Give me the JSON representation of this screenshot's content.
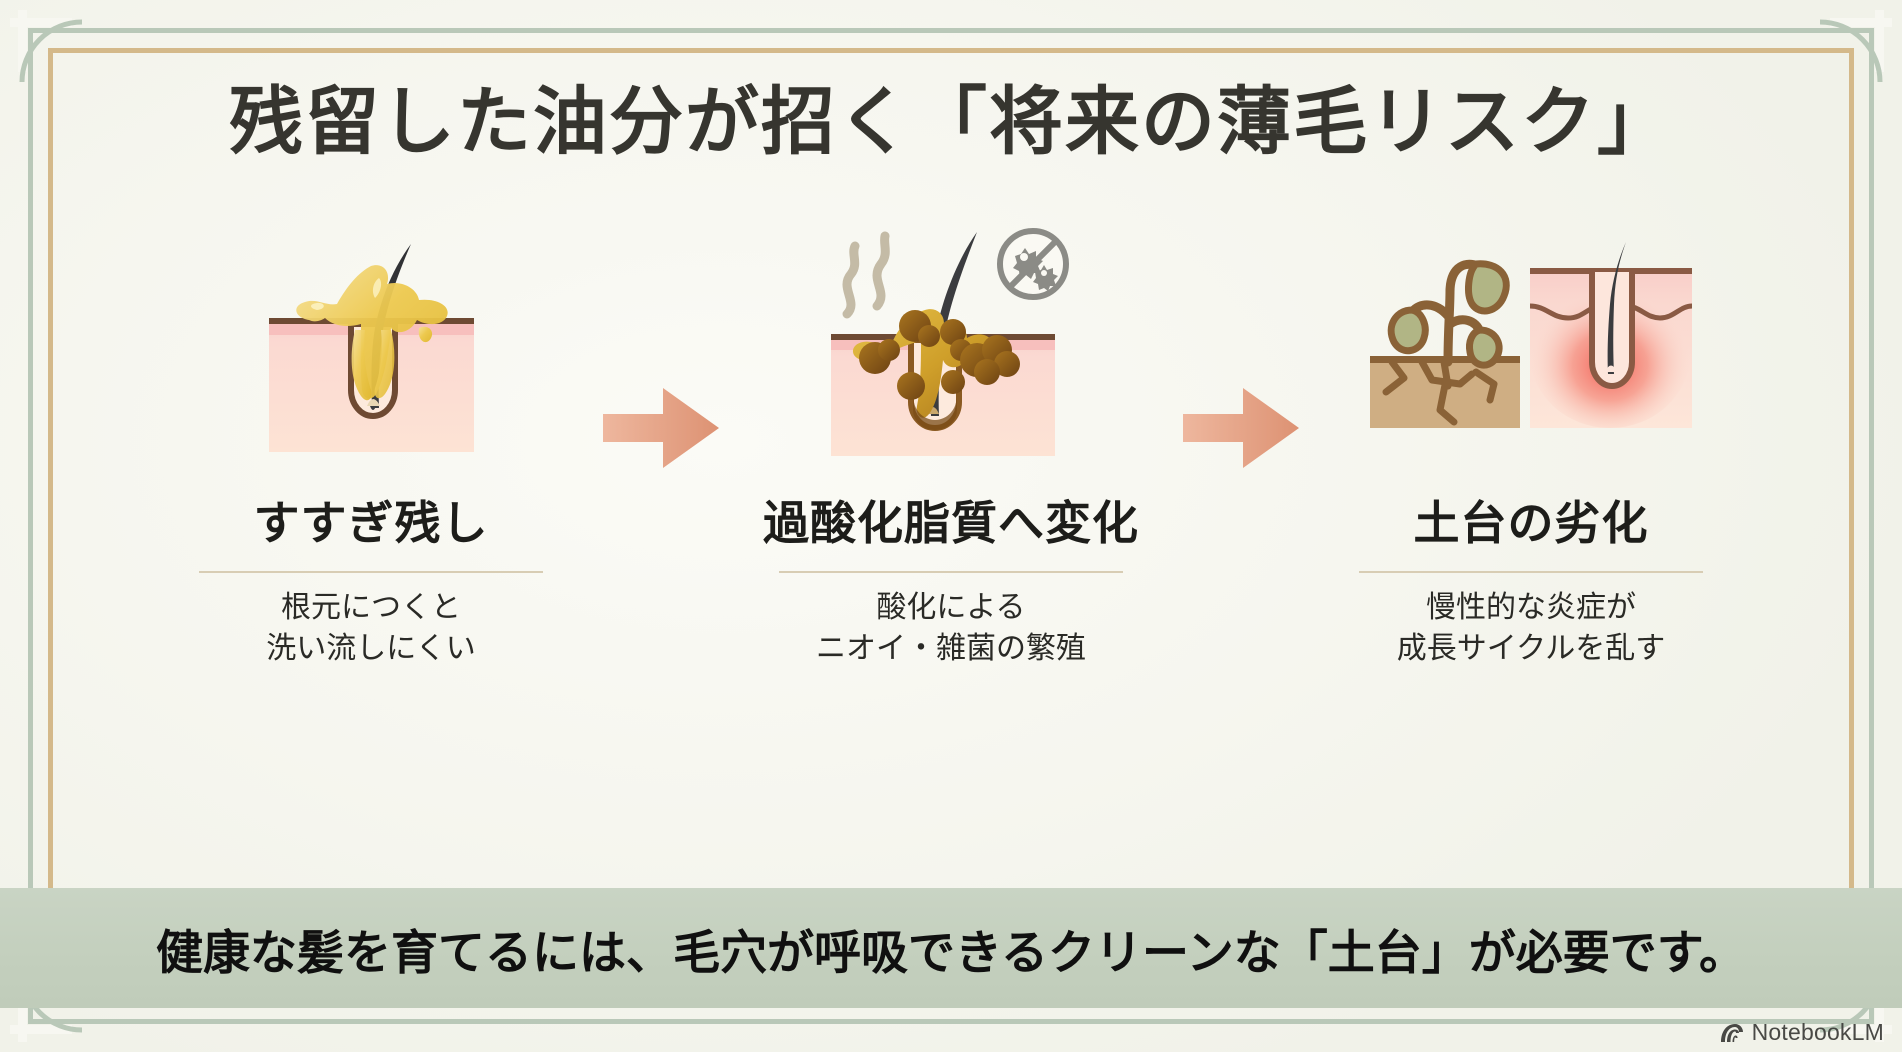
{
  "slide": {
    "title": "残留した油分が招く「将来の薄毛リスク」",
    "background_color": "#f6f6ef",
    "frame": {
      "outer_line_color": "#b9c8b8",
      "inner_line_color": "#d4b98a"
    }
  },
  "flow": {
    "arrow_color": "#e09b7e",
    "arrow_glyph": "➜",
    "steps": [
      {
        "title": "すすぎ残し",
        "sub_line1": "根元につくと",
        "sub_line2": "洗い流しにくい",
        "illustration": "hair-follicle-with-residual-sebum-illustration"
      },
      {
        "title": "過酸化脂質へ変化",
        "sub_line1": "酸化による",
        "sub_line2": "ニオイ・雑菌の繁殖",
        "illustration": "oxidized-sebum-follicle-with-odor-and-bacteria-illustration"
      },
      {
        "title": "土台の劣化",
        "sub_line1": "慢性的な炎症が",
        "sub_line2": "成長サイクルを乱す",
        "illustration": "wilting-plant-and-inflamed-follicle-illustration"
      }
    ]
  },
  "banner": {
    "text": "健康な髪を育てるには、毛穴が呼吸できるクリーンな「土台」が必要です。",
    "background_color": "#c4d0bf"
  },
  "watermark": {
    "label": "NotebookLM",
    "icon": "notebooklm-icon"
  }
}
